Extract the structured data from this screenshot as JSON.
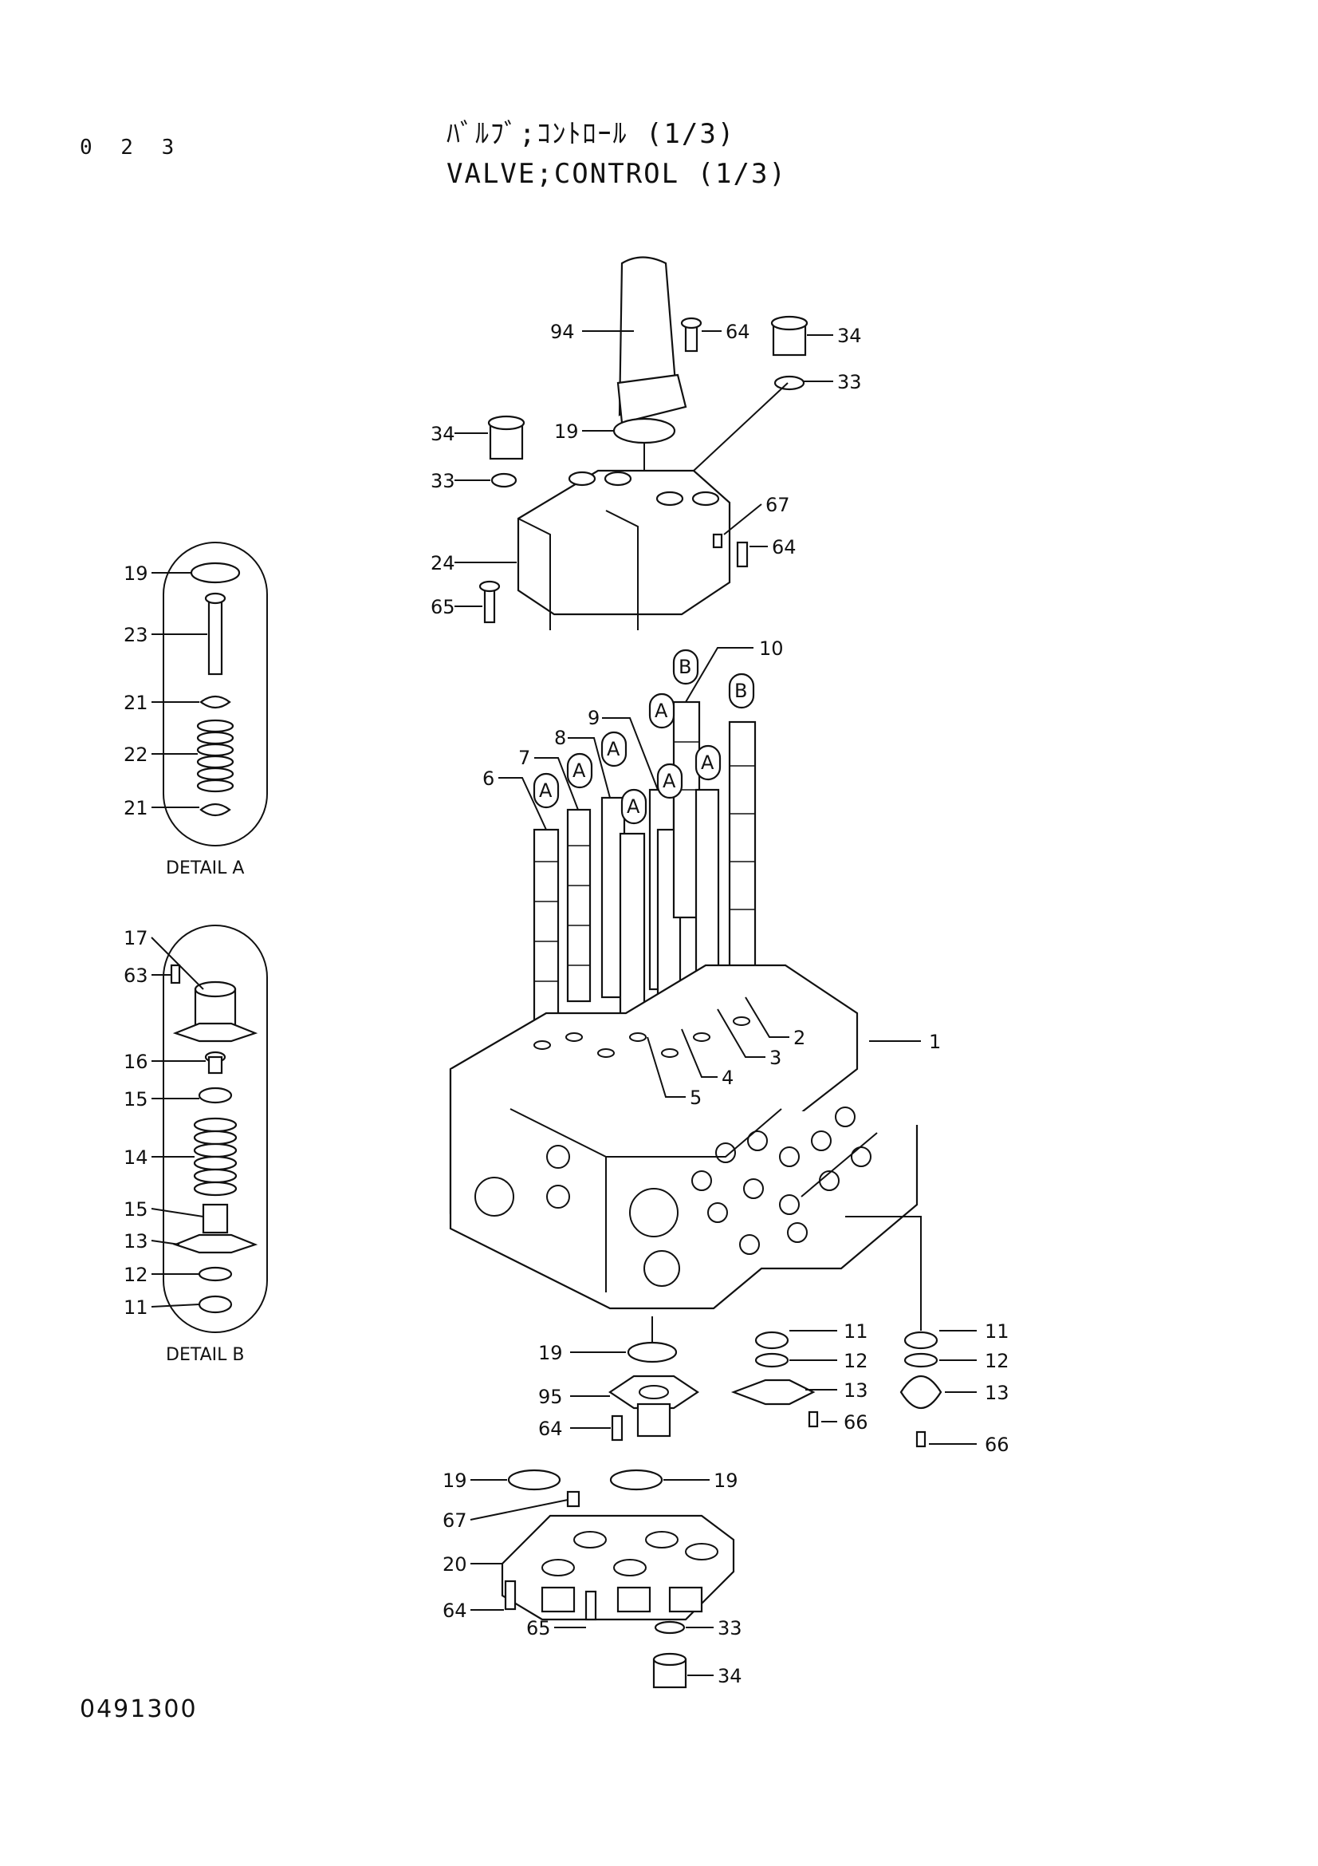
{
  "page_number": "0 2 3",
  "title_jp": "ﾊﾞﾙﾌﾞ;ｺﾝﾄﾛｰﾙ (1/3)",
  "title_en": "VALVE;CONTROL (1/3)",
  "drawing_number": "0491300",
  "details": {
    "a_label": "DETAIL A",
    "b_label": "DETAIL B"
  },
  "callouts": {
    "c94": "94",
    "c64a": "64",
    "c34a": "34",
    "c33a": "33",
    "c34b": "34",
    "c19a": "19",
    "c33b": "33",
    "c67a": "67",
    "c64b": "64",
    "c24": "24",
    "c65a": "65",
    "c10": "10",
    "c9": "9",
    "c8": "8",
    "c7": "7",
    "c6": "6",
    "c1": "1",
    "c2": "2",
    "c3": "3",
    "c4": "4",
    "c5": "5",
    "c11a": "11",
    "c12a": "12",
    "c13a": "13",
    "c66a": "66",
    "c11b": "11",
    "c12b": "12",
    "c13b": "13",
    "c66b": "66",
    "c19b": "19",
    "c95": "95",
    "c64c": "64",
    "c19c": "19",
    "c19d": "19",
    "c67b": "67",
    "c20": "20",
    "c64d": "64",
    "c65b": "65",
    "c33c": "33",
    "c34c": "34",
    "dA19": "19",
    "dA23": "23",
    "dA21a": "21",
    "dA22": "22",
    "dA21b": "21",
    "dB17": "17",
    "dB63": "63",
    "dB16": "16",
    "dB15a": "15",
    "dB14": "14",
    "dB15b": "15",
    "dB13": "13",
    "dB12": "12",
    "dB11": "11"
  },
  "balloons": {
    "A": "A",
    "B": "B"
  }
}
